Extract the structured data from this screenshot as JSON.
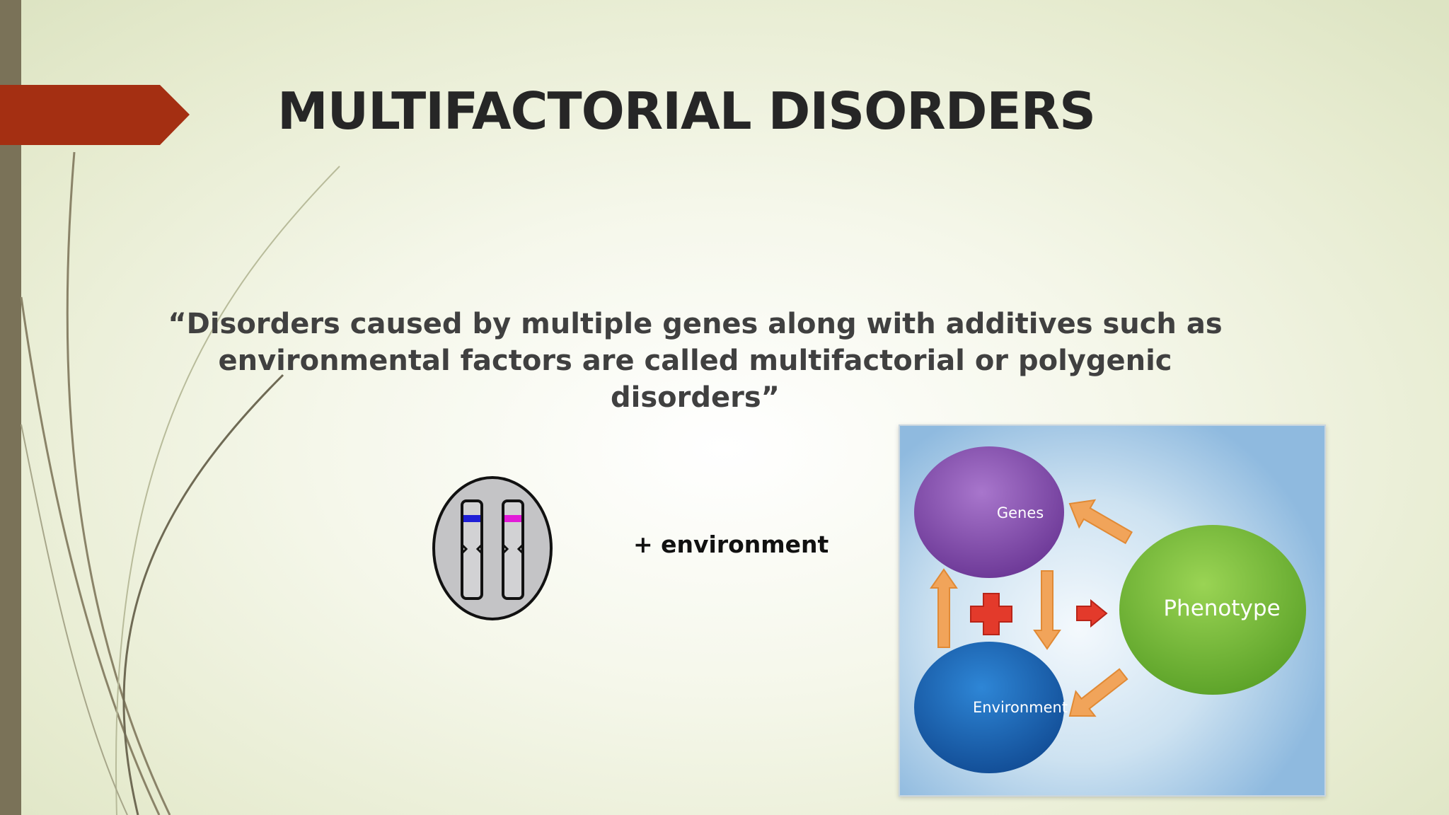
{
  "slide": {
    "title": "MULTIFACTORIAL DISORDERS",
    "quote_line1": "“Disorders caused by multiple genes along with additives such as",
    "quote_line2": "environmental factors are called multifactorial or polygenic disorders”",
    "plus_environment": "+ environment"
  },
  "diagram": {
    "nodes": {
      "genes": "Genes",
      "environment": "Environment",
      "phenotype": "Phenotype"
    }
  },
  "colors": {
    "accent_tab": "#a42f12",
    "left_bar": "#7a7258",
    "genes": "#8a4fb0",
    "environment": "#1e66b8",
    "phenotype": "#7cc53c",
    "arrows": "#f1a45a",
    "plus_arrow": "#e33a2b"
  }
}
